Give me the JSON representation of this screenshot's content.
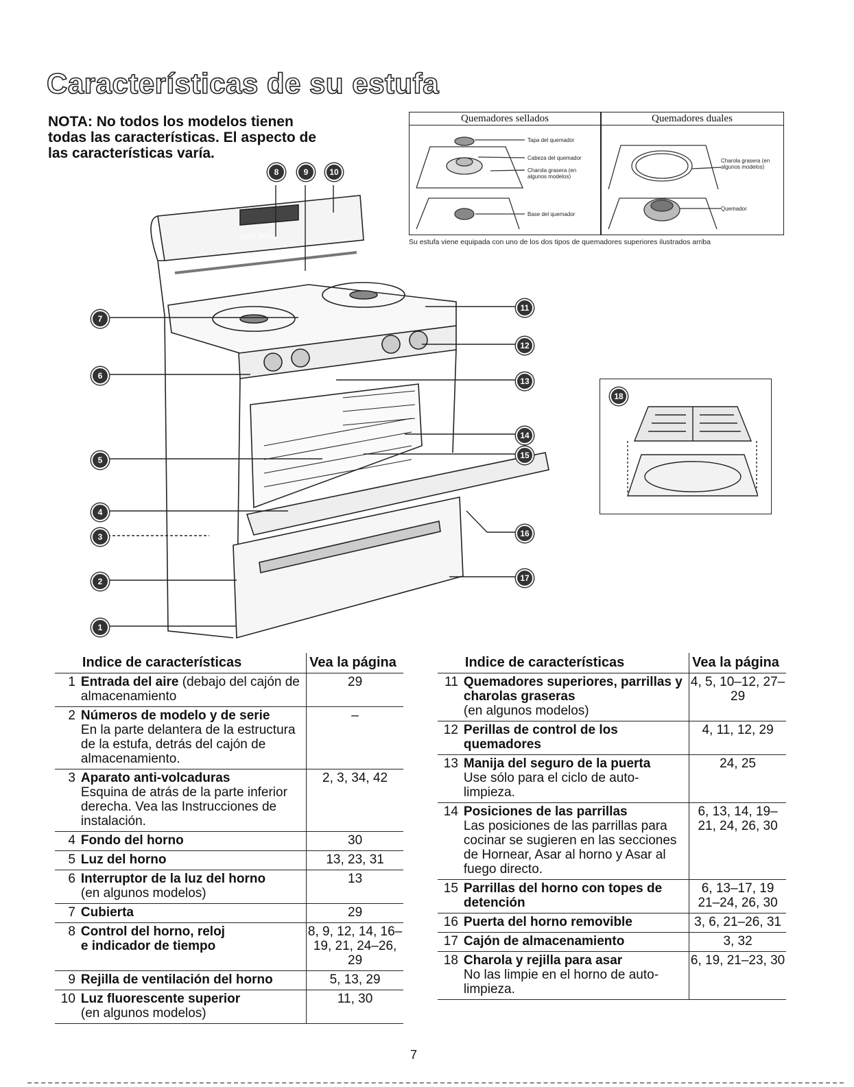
{
  "title": "Características de su estufa",
  "note": "NOTA: No todos los modelos tienen todas las características. El aspecto de las características varía.",
  "burners": {
    "sealed": {
      "heading": "Quemadores sellados",
      "labels": [
        "Tapa del quemador",
        "Cabeza del quemador",
        "Charola grasera (en algunos modelos)",
        "Base del quemador"
      ]
    },
    "dual": {
      "heading": "Quemadores duales",
      "labels": [
        "Charola grasera (en algunos modelos)",
        "Quemador"
      ]
    },
    "caption": "Su estufa viene equipada con uno de los dos tipos de quemadores superiores ilustrados arriba"
  },
  "display_text": "BAKE BROIL",
  "callouts": [
    "1",
    "2",
    "3",
    "4",
    "5",
    "6",
    "7",
    "8",
    "9",
    "10",
    "11",
    "12",
    "13",
    "14",
    "15",
    "16",
    "17",
    "18"
  ],
  "tables": {
    "header_name": "Indice de características",
    "header_page": "Vea la página",
    "left": [
      {
        "num": "1",
        "title": "Entrada del aire",
        "extra": " (debajo del cajón de almacenamiento",
        "pages": "29"
      },
      {
        "num": "2",
        "title": "Números de modelo y de serie",
        "extra": "En la parte delantera de la estructura de la estufa, detrás del cajón de almacenamiento.",
        "pages": "–"
      },
      {
        "num": "3",
        "title": "Aparato anti-volcaduras",
        "extra": "Esquina de atrás de la parte inferior derecha. Vea las Instrucciones de instalación.",
        "pages": "2, 3, 34, 42"
      },
      {
        "num": "4",
        "title": "Fondo del horno",
        "extra": "",
        "pages": "30"
      },
      {
        "num": "5",
        "title": "Luz del horno",
        "extra": "",
        "pages": "13, 23, 31"
      },
      {
        "num": "6",
        "title": "Interruptor de la luz del horno",
        "extra": "(en algunos modelos)",
        "pages": "13"
      },
      {
        "num": "7",
        "title": "Cubierta",
        "extra": "",
        "pages": "29"
      },
      {
        "num": "8",
        "title": "Control del horno, reloj e indicador de tiempo",
        "extra": "",
        "pages": "8, 9, 12, 14, 16–19, 21, 24–26, 29"
      },
      {
        "num": "9",
        "title": "Rejilla de ventilación del horno",
        "extra": "",
        "pages": "5, 13, 29"
      },
      {
        "num": "10",
        "title": "Luz fluorescente superior",
        "extra": "(en algunos modelos)",
        "pages": "11, 30"
      }
    ],
    "right": [
      {
        "num": "11",
        "title": "Quemadores superiores, parrillas y charolas graseras",
        "extra": "(en algunos modelos)",
        "pages": "4, 5, 10–12, 27–29"
      },
      {
        "num": "12",
        "title": "Perillas de control de los quemadores",
        "extra": "",
        "pages": "4, 11, 12, 29"
      },
      {
        "num": "13",
        "title": "Manija del seguro de la puerta",
        "extra": "Use sólo para el ciclo de auto-limpieza.",
        "pages": "24, 25"
      },
      {
        "num": "14",
        "title": "Posiciones de las parrillas",
        "extra": "Las posiciones de las parrillas para cocinar se sugieren en las secciones de Hornear, Asar al horno y Asar al fuego directo.",
        "pages": "6, 13, 14, 19–21, 24, 26, 30"
      },
      {
        "num": "15",
        "title": "Parrillas del horno con topes de detención",
        "extra": "",
        "pages": "6, 13–17, 19 21–24, 26, 30"
      },
      {
        "num": "16",
        "title": "Puerta del horno removible",
        "extra": "",
        "pages": "3, 6, 21–26, 31"
      },
      {
        "num": "17",
        "title": "Cajón de almacenamiento",
        "extra": "",
        "pages": "3, 32"
      },
      {
        "num": "18",
        "title": "Charola y rejilla para asar",
        "extra": "No las limpie en el horno de auto-limpieza.",
        "pages": "6, 19, 21–23, 30"
      }
    ]
  },
  "page_number": "7"
}
